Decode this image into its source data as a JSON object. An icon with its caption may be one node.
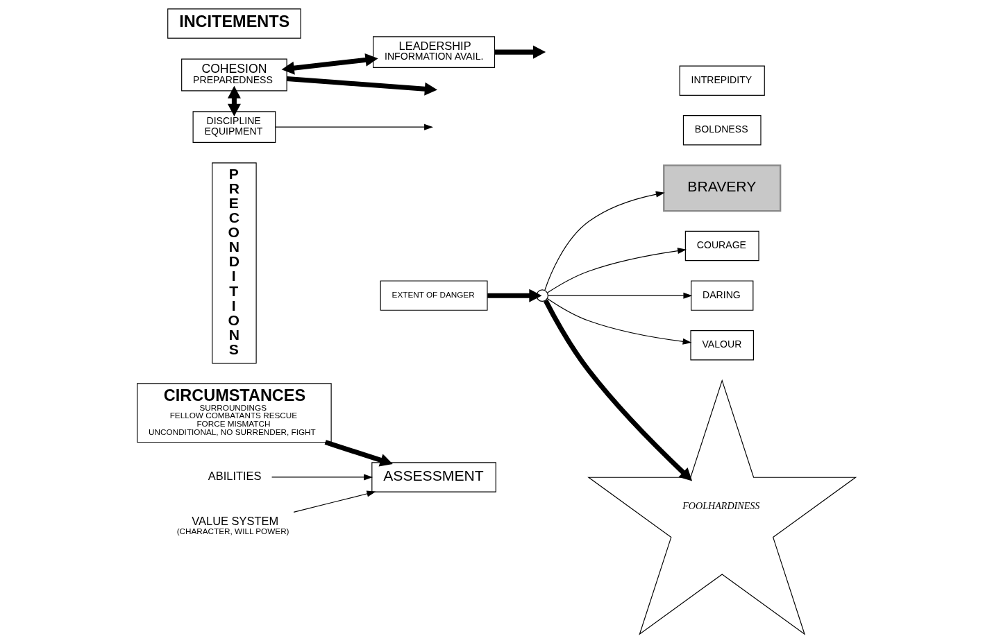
{
  "diagram": {
    "nodes": [
      {
        "text": [
          "CIRCUMSTANCES",
          "SURROUNDINGS",
          "FELLOW COMBATANTS RESCUE",
          "FORCE MISMATCH",
          "UNCONDITIONAL, NO SURRENDER, FIGHT"
        ]
      },
      {
        "text": [
          "PRECONDITIONS"
        ]
      },
      {
        "text": [
          "ABILITIES"
        ]
      },
      {
        "text": [
          "VALUE SYSTEM",
          "(CHARACTER, WILL POWER)"
        ]
      },
      {
        "text": [
          "ASSESSMENT"
        ]
      },
      {
        "text": [
          "EXTENT OF DANGER"
        ]
      },
      {
        "text": [],
        "shape": "circle"
      },
      {
        "text": [
          "BRAVERY"
        ]
      },
      {
        "text": [
          "COURAGE"
        ]
      },
      {
        "text": [
          "DARING"
        ]
      },
      {
        "text": [
          "VALOUR"
        ]
      },
      {
        "text": [
          "BOLDNESS"
        ]
      },
      {
        "text": [
          "INTREPIDITY"
        ]
      },
      {
        "text": [
          "FOOLHARDINESS"
        ]
      },
      {
        "text": [
          "COHESION",
          "PREPAREDNESS"
        ]
      },
      {
        "text": [
          "LEADERSHIP",
          "INFORMATION AVAIL."
        ]
      },
      {
        "text": [
          "DISCIPLINE",
          "EQUIPMENT"
        ]
      },
      {
        "text": [
          "INCITEMENTS"
        ]
      }
    ],
    "edges": [
      {
        "from": 0,
        "to": 4,
        "arrow": "to",
        "style": "thick"
      },
      {
        "from": 2,
        "to": 4,
        "arrow": "to"
      },
      {
        "from": 3,
        "to": 4,
        "arrow": "to"
      },
      {
        "from": 5,
        "to": 6,
        "arrow": "to",
        "style": "thick"
      },
      {
        "from": 6,
        "to": 7,
        "arrow": "to"
      },
      {
        "from": 6,
        "to": 8,
        "arrow": "to"
      },
      {
        "from": 6,
        "to": 9,
        "arrow": "to"
      },
      {
        "from": 6,
        "to": 10,
        "arrow": "to"
      },
      {
        "from": 6,
        "to": 13,
        "arrow": "to",
        "style": "thick"
      },
      {
        "from": 14,
        "to": null,
        "arrow": "to",
        "style": "thick"
      },
      {
        "from": 15,
        "to": null,
        "arrow": "to",
        "style": "thick"
      },
      {
        "from": 16,
        "to": null,
        "arrow": "to"
      },
      {
        "from": 14,
        "to": 16,
        "arrow": "both",
        "style": "thick"
      },
      {
        "from": 14,
        "to": 15,
        "arrow": "both",
        "style": "thick"
      }
    ]
  }
}
